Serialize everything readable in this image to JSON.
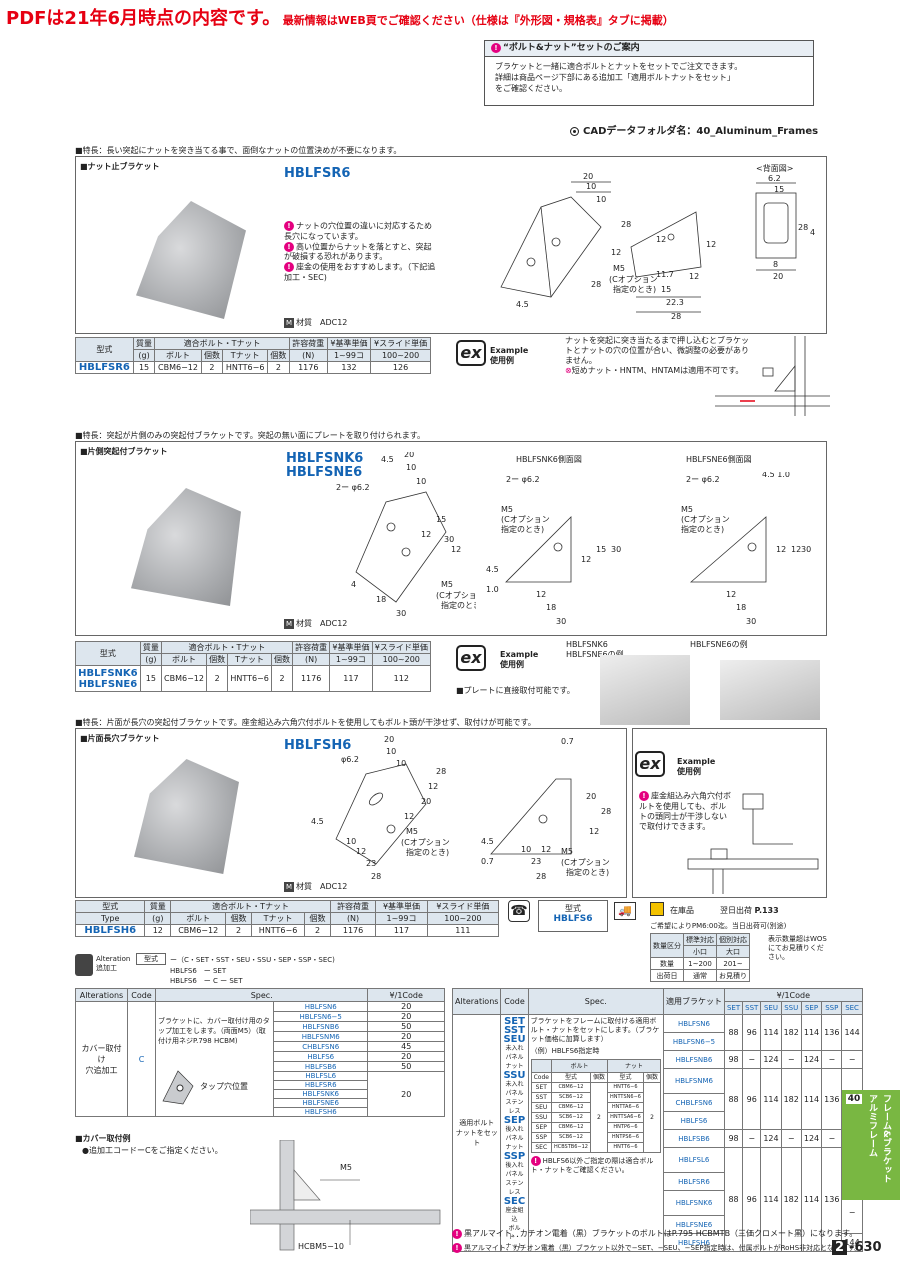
{
  "header": {
    "main": "PDFは21年6月時点の内容です。",
    "sub": "最新情報はWEB頁でご確認ください（仕様は『外形図・規格表』タブに掲載）"
  },
  "notice": {
    "title": "“ボルト&ナット”セットのご案内",
    "body": "ブラケットと一緒に適合ボルトとナットをセットでご注文できます。\n詳細は商品ページ下部にある追加工「適用ボルトナットをセット」\nをご確認ください。"
  },
  "cad": "CADデータフォルダ名：40_Aluminum_Frames",
  "s1": {
    "feature": "■特長：長い突起にナットを突き当てる事で、面倒なナットの位置決めが不要になります。",
    "box_title": "■ナット止ブラケット",
    "model": "HBLFSR6",
    "bullets": [
      "ナットの穴位置の違いに対応するため長穴になっています。",
      "高い位置からナットを落とすと、突起が破損する恐れがあります。",
      "座金の使用をおすすめします。（下記追加工・SEC)"
    ],
    "material": "材質　ADC12",
    "back_view": "<背面図>",
    "table": {
      "h": [
        "型式",
        "質量",
        "適合ボルト・Tナット",
        "許容荷重",
        "¥基準単価",
        "¥スライド単価"
      ],
      "h2": [
        "(g)",
        "ボルト",
        "個数",
        "Tナット",
        "個数",
        "(N)",
        "1~99コ",
        "100~200"
      ],
      "row": [
        "HBLFSR6",
        "15",
        "CBM6−12",
        "2",
        "HNTT6−6",
        "2",
        "1176",
        "132",
        "126"
      ]
    },
    "ex_label": "Example",
    "ex_sub": "使用例",
    "ex_note": "ナットを突起に突き当たるまで押し込むとブラケットとナットの穴の位置が合い、微調整の必要がありません。",
    "ex_note2": "短めナット・HNTM、HNTAMは適用不可です。"
  },
  "s2": {
    "feature": "■特長：突起が片側のみの突起付ブラケットです。突起の無い面にプレートを取り付けられます。",
    "box_title": "■片側突起付ブラケット",
    "model1": "HBLFSNK6",
    "model2": "HBLFSNE6",
    "side1": "HBLFSNK6側面図",
    "side2": "HBLFSNE6側面図",
    "material": "材質　ADC12",
    "row": [
      "15",
      "CBM6−12",
      "2",
      "HNTT6−6",
      "2",
      "1176",
      "117",
      "112"
    ],
    "ex_label": "Example",
    "ex_sub": "使用例",
    "ex_a": "HBLFSNK6\nHBLFSNE6の例",
    "ex_b": "HBLFSNE6の例",
    "ex_note": "■プレートに直接取付可能です。"
  },
  "s3": {
    "feature": "■特長：片面が長穴の突起付ブラケットです。座金組込み六角穴付ボルトを使用してもボルト頭が干渉せず、取付けが可能です。",
    "box_title": "■片面長穴ブラケット",
    "model": "HBLFSH6",
    "material": "材質　ADC12",
    "h": [
      "型式",
      "質量",
      "適合ボルト・Tナット",
      "許容荷重",
      "¥基準単価",
      "¥スライド単価"
    ],
    "h2": [
      "Type",
      "(g)",
      "ボルト",
      "個数",
      "Tナット",
      "個数",
      "(N)",
      "1~99コ",
      "100~200"
    ],
    "row": [
      "HBLFSH6",
      "12",
      "CBM6−12",
      "2",
      "HNTT6−6",
      "2",
      "1176",
      "117",
      "111"
    ],
    "ex_label": "Example",
    "ex_sub": "使用例",
    "ex_note": "座金組込み六角穴付ボルトを使用しても、ボルトの頭同士が干渉しないで取付けできます。"
  },
  "order": {
    "type_label": "型式",
    "type_val": "HBLFS6",
    "stock": "在庫品",
    "ship": "翌日出荷",
    "ship_ref": "P.133",
    "note": "ご希望によりPM6:00迄。当日出荷可(別途)",
    "qty_h": [
      "数量区分",
      "標準対応",
      "個別対応"
    ],
    "qty_h2": [
      "小口",
      "大口"
    ],
    "qty_r": [
      "数量",
      "1~200",
      "201~"
    ],
    "ship_r": [
      "出荷日",
      "通常",
      "お見積り"
    ],
    "wos": "表示数量超はWOSにてお見積りください。"
  },
  "alt": {
    "label": "Alteration\n追加工",
    "type": "型式",
    "code": "ー（C・SET・SST・SEU・SSU・SEP・SSP・SEC)",
    "ex1": "HBLFS6　ー SET",
    "ex2": "HBLFS6　ー C ー SET"
  },
  "altA": {
    "h": [
      "Alterations",
      "Code",
      "Spec.",
      "¥/1Code"
    ],
    "name": "カバー取付け\n穴追加工",
    "code": "C",
    "spec": "ブラケットに、カバー取付け用のタップ加工をします。（両面M5）（取付け用ネジP.798 HCBM)",
    "tap": "タップ穴位置",
    "models": [
      "HBLFSN6",
      "HBLFSN6−5",
      "HBLFSNB6",
      "HBLFSNM6",
      "CHBLFSN6",
      "HBLFS6",
      "HBLFSB6",
      "HBLFSL6",
      "HBLFSR6",
      "HBLFSNK6",
      "HBLFSNE6",
      "HBLFSH6"
    ],
    "prices": [
      "20",
      "20",
      "50",
      "20",
      "45",
      "20",
      "50",
      "",
      "20",
      "",
      "",
      ""
    ],
    "cover_t": "■カバー取付例",
    "cover_n": "●追加工コードーCをご指定ください。",
    "m5": "M5",
    "hcbm": "HCBM5−10"
  },
  "altB": {
    "h": [
      "Alterations",
      "Code",
      "Spec.",
      "適用ブラケット",
      "¥/1Code"
    ],
    "codes": [
      "SET",
      "SST",
      "SEU",
      "SSU",
      "SEP",
      "SSP",
      "SEC"
    ],
    "subs": [
      "",
      "",
      "未入れ\nパネル\nナット",
      "未入れ\nパネル\nステンレス",
      "後入れ\nパネル\nナット",
      "後入れ\nパネル\nステンレス",
      "座金組込\nボルト・\nナット"
    ],
    "name": "適用ボルト\nナットをセット",
    "spec": "ブラケットをフレームに取付ける適用ボルト・ナットをセットにします。（ブラケット価格に加算します）",
    "ex": "（例）HBLFS6指定時",
    "cols": [
      "SET",
      "SST",
      "SEU",
      "SSU",
      "SEP",
      "SSP",
      "SEC"
    ],
    "rows": [
      [
        "HBLFSN6",
        "88",
        "96",
        "114",
        "182",
        "114",
        "136",
        "144"
      ],
      [
        "HBLFSN6−5",
        "",
        "",
        "",
        "",
        "",
        "",
        ""
      ],
      [
        "HBLFSNB6",
        "98",
        "−",
        "124",
        "−",
        "124",
        "−",
        "−"
      ],
      [
        "HBLFSNM6",
        "",
        "",
        "",
        "",
        "",
        "",
        ""
      ],
      [
        "CHBLFSN6",
        "88",
        "96",
        "114",
        "182",
        "114",
        "136",
        "144"
      ],
      [
        "HBLFS6",
        "",
        "",
        "",
        "",
        "",
        "",
        ""
      ],
      [
        "HBLFSB6",
        "98",
        "−",
        "124",
        "−",
        "124",
        "−",
        "−"
      ],
      [
        "HBLFSL6",
        "",
        "",
        "",
        "",
        "",
        "",
        "144"
      ],
      [
        "HBLFSR6",
        "88",
        "96",
        "114",
        "182",
        "114",
        "136",
        ""
      ],
      [
        "HBLFSNK6",
        "",
        "",
        "",
        "",
        "",
        "",
        "−"
      ],
      [
        "HBLFSNE6",
        "",
        "",
        "",
        "",
        "",
        "",
        ""
      ],
      [
        "HBLFSH6",
        "",
        "",
        "",
        "",
        "",
        "",
        "144"
      ]
    ],
    "sub_h": [
      "Code",
      "型式",
      "個数",
      "型式",
      "個数"
    ],
    "sub_rows": [
      [
        "SET",
        "CBM6−12",
        "",
        "HNTT6−6",
        ""
      ],
      [
        "SST",
        "SCB6−12",
        "",
        "HNTTSN6−6",
        ""
      ],
      [
        "SEU",
        "CBM6−12",
        "2",
        "HNTTA6−6",
        "2"
      ],
      [
        "SSU",
        "SCB6−12",
        "",
        "HNTTSA6−6",
        ""
      ],
      [
        "SEP",
        "CBM6−12",
        "",
        "HNTP6−6",
        ""
      ],
      [
        "SSP",
        "SCB6−12",
        "",
        "HNTPS6−6",
        ""
      ],
      [
        "SEC",
        "HCBSTB6−12",
        "",
        "HNTT6−6",
        ""
      ]
    ],
    "bolt": "ボルト",
    "nut": "ナット",
    "note": "HBLFS6以外ご指定の際は適合ボルト・ナットをご確認ください。"
  },
  "foot1": "黒アルマイト、カチオン電着（黒）ブラケットのボルトはP.795 HCBMTB（三価クロメート黒）になります。",
  "foot2": "黒アルマイト、カチオン電着（黒）ブラケット以外で−SET、−SEU、−SEP指定時は、付属ボルトがRoHS非対応となります。",
  "side": {
    "num": "40",
    "l1": "アルミフレーム",
    "l2": "フレーム&ブラケット"
  },
  "page": {
    "sec": "2",
    "num": "-630"
  }
}
